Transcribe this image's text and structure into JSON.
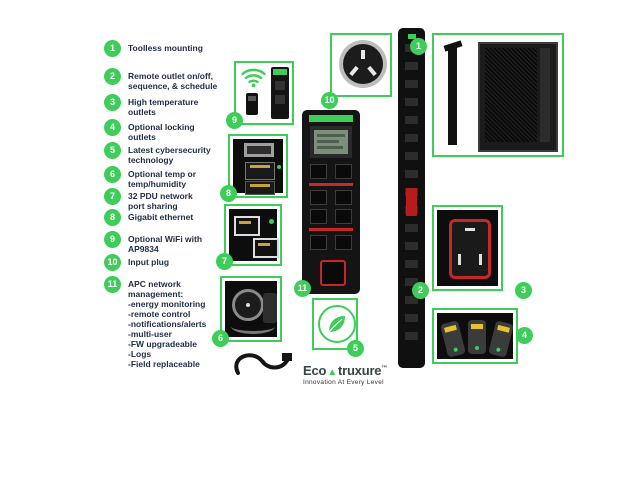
{
  "colors": {
    "accent_green": "#3dcd58",
    "text_navy": "#1f2c47",
    "device_black": "#141414",
    "alert_red": "#c62828",
    "lever_yellow": "#e6c22e"
  },
  "features": [
    {
      "num": "1",
      "label": "Toolless mounting"
    },
    {
      "num": "2",
      "label": "Remote outlet on/off,\nsequence, & schedule"
    },
    {
      "num": "3",
      "label": "High temperature\noutlets"
    },
    {
      "num": "4",
      "label": "Optional locking\noutlets"
    },
    {
      "num": "5",
      "label": "Latest cybersecurity\ntechnology"
    },
    {
      "num": "6",
      "label": "Optional temp or\ntemp/humidity"
    },
    {
      "num": "7",
      "label": "32 PDU network\nport sharing"
    },
    {
      "num": "8",
      "label": "Gigabit ethernet"
    },
    {
      "num": "9",
      "label": "Optional WiFi with\nAP9834"
    },
    {
      "num": "10",
      "label": "Input plug"
    },
    {
      "num": "11",
      "label": "APC network\nmanagement:\n-energy monitoring\n-remote control\n-notifications/alerts\n-multi-user\n-FW upgradeable\n-Logs\n-Field replaceable"
    }
  ],
  "diagram": {
    "badges": {
      "b1": "1",
      "b2": "2",
      "b3": "3",
      "b4": "4",
      "b5": "5",
      "b6": "6",
      "b7": "7",
      "b8": "8",
      "b9": "9",
      "b10": "10",
      "b11": "11"
    }
  },
  "icons": {
    "ecostruxure_triangle": "▲"
  },
  "logo": {
    "part1": "Eco",
    "part2": "truxure",
    "trademark": "™",
    "tagline": "Innovation At Every Level"
  }
}
